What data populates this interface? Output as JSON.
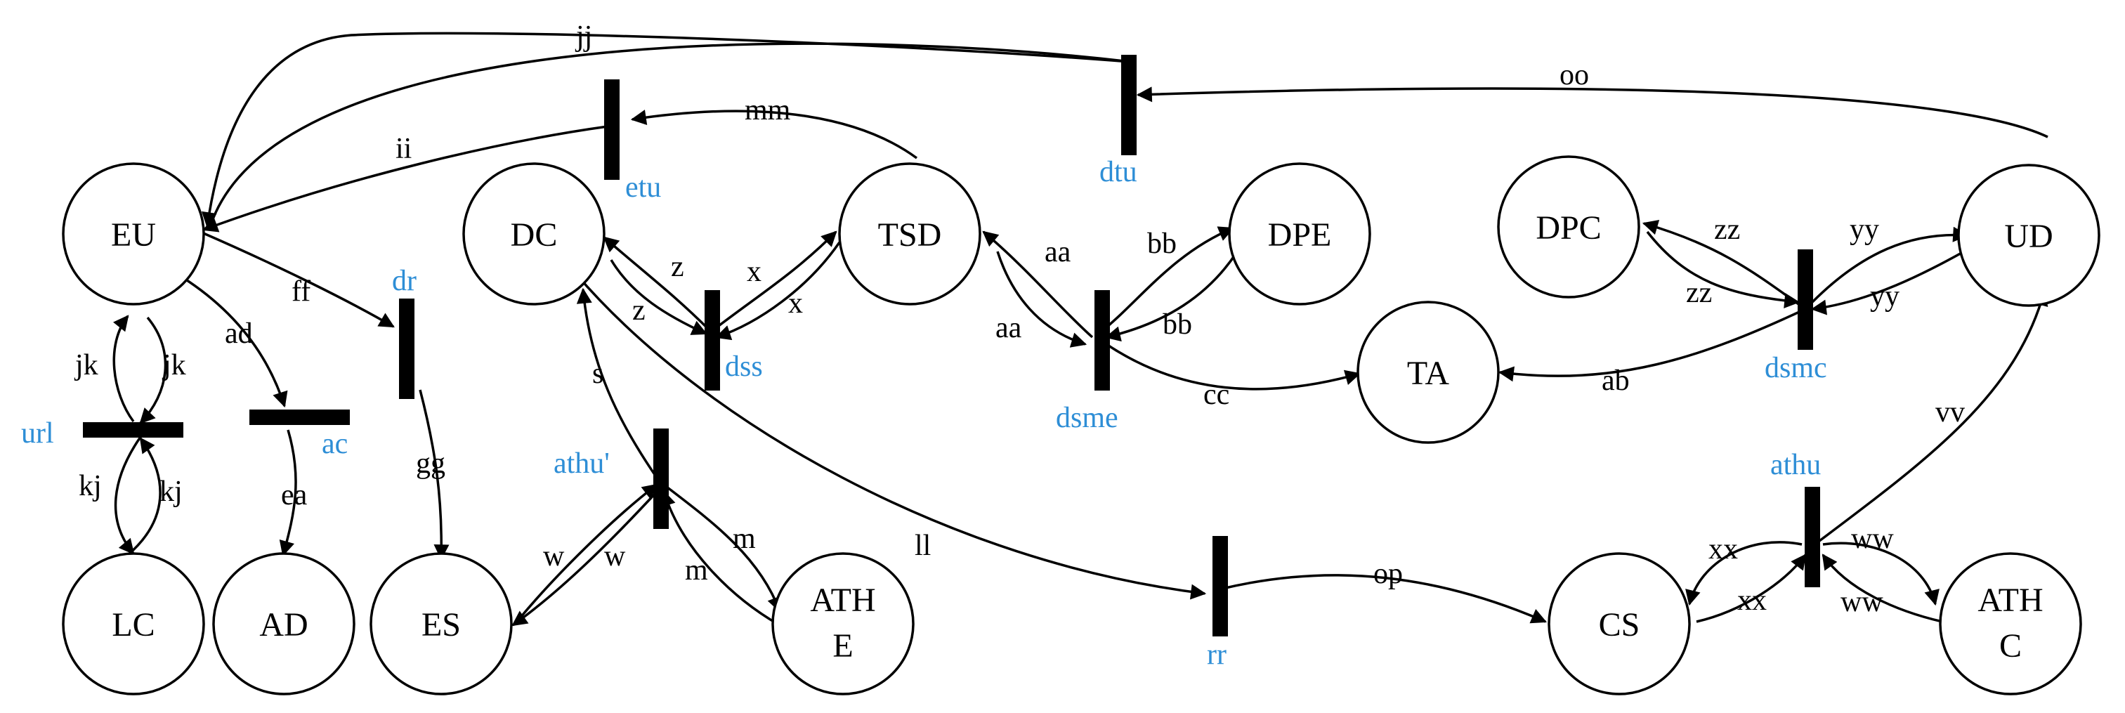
{
  "colors": {
    "transition_label": "#2e8ed6",
    "line": "#000000",
    "background": "#ffffff"
  },
  "places": {
    "EU": "EU",
    "LC": "LC",
    "AD": "AD",
    "ES": "ES",
    "DC": "DC",
    "TSD": "TSD",
    "DPE": "DPE",
    "TA": "TA",
    "DPC": "DPC",
    "UD": "UD",
    "CS": "CS",
    "ATHE": [
      "ATH",
      "E"
    ],
    "ATHC": [
      "ATH",
      "C"
    ]
  },
  "transitions": {
    "url": "url",
    "ac": "ac",
    "dr": "dr",
    "etu": "etu",
    "dss": "dss",
    "athu_prime": "athu'",
    "dtu": "dtu",
    "dsme": "dsme",
    "dsmc": "dsmc",
    "rr": "rr",
    "athu": "athu"
  },
  "arc_labels": {
    "jj": "jj",
    "ii": "ii",
    "mm": "mm",
    "oo": "oo",
    "ff": "ff",
    "ad": "ad",
    "jk1": "jk",
    "jk2": "jk",
    "kj1": "kj",
    "kj2": "kj",
    "ea": "ea",
    "gg": "gg",
    "z1": "z",
    "z2": "z",
    "x1": "x",
    "x2": "x",
    "s": "s",
    "w1": "w",
    "w2": "w",
    "m1": "m",
    "m2": "m",
    "ll": "ll",
    "op": "op",
    "aa1": "aa",
    "aa2": "aa",
    "bb1": "bb",
    "bb2": "bb",
    "cc": "cc",
    "zz1": "zz",
    "zz2": "zz",
    "yy1": "yy",
    "yy2": "yy",
    "ab": "ab",
    "vv": "vv",
    "xx1": "xx",
    "xx2": "xx",
    "ww1": "ww",
    "ww2": "ww"
  }
}
